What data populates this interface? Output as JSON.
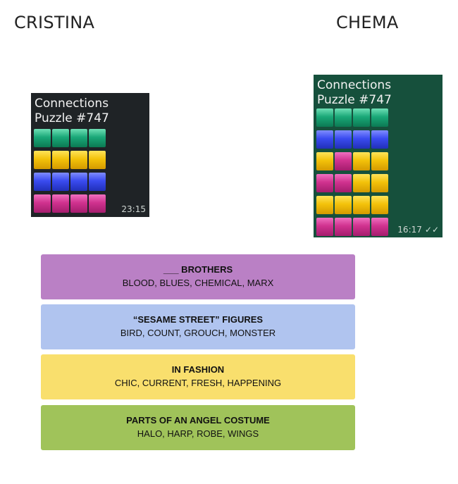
{
  "players": {
    "left": {
      "name": "CRISTINA",
      "card": {
        "title_line1": "Connections",
        "title_line2": "Puzzle #747",
        "rows": [
          [
            "green",
            "green",
            "green",
            "green"
          ],
          [
            "yellow",
            "yellow",
            "yellow",
            "yellow"
          ],
          [
            "blue",
            "blue",
            "blue",
            "blue"
          ],
          [
            "purple",
            "purple",
            "purple",
            "purple"
          ]
        ],
        "time": "23:15"
      }
    },
    "right": {
      "name": "CHEMA",
      "card": {
        "title_line1": "Connections",
        "title_line2": "Puzzle #747",
        "rows": [
          [
            "green",
            "green",
            "green",
            "green"
          ],
          [
            "blue",
            "blue",
            "blue",
            "blue"
          ],
          [
            "yellow",
            "purple",
            "yellow",
            "yellow"
          ],
          [
            "purple",
            "purple",
            "yellow",
            "yellow"
          ],
          [
            "yellow",
            "yellow",
            "yellow",
            "yellow"
          ],
          [
            "purple",
            "purple",
            "purple",
            "purple"
          ]
        ],
        "time": "16:17",
        "ticks": "✓✓"
      }
    }
  },
  "groups": [
    {
      "title": "___ BROTHERS",
      "words": "BLOOD, BLUES, CHEMICAL, MARX",
      "color": "#ba80c5"
    },
    {
      "title": "“SESAME STREET” FIGURES",
      "words": "BIRD, COUNT, GROUCH, MONSTER",
      "color": "#b0c4ef"
    },
    {
      "title": "IN FASHION",
      "words": "CHIC, CURRENT, FRESH, HAPPENING",
      "color": "#f9df6d"
    },
    {
      "title": "PARTS OF AN ANGEL COSTUME",
      "words": "HALO, HARP, ROBE, WINGS",
      "color": "#a0c35a"
    }
  ]
}
